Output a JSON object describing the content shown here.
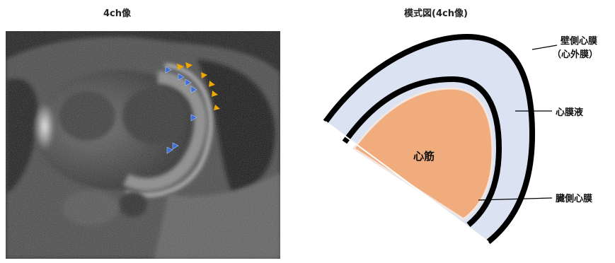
{
  "left_panel": {
    "title": "4ch像"
  },
  "right_panel": {
    "title": "模式図(4ch像)",
    "labels": {
      "parietal": "壁側心膜",
      "parietal_sub": "（心外膜）",
      "fluid": "心膜液",
      "visceral": "臓側心膜",
      "myocardium": "心筋"
    }
  },
  "colors": {
    "pericardial_fluid": "#dbe3f2",
    "myocardium": "#f1ac7e",
    "membrane": "#000000",
    "arrowhead_orange": "#f0a800",
    "arrowhead_blue": "#3d6fd6"
  }
}
